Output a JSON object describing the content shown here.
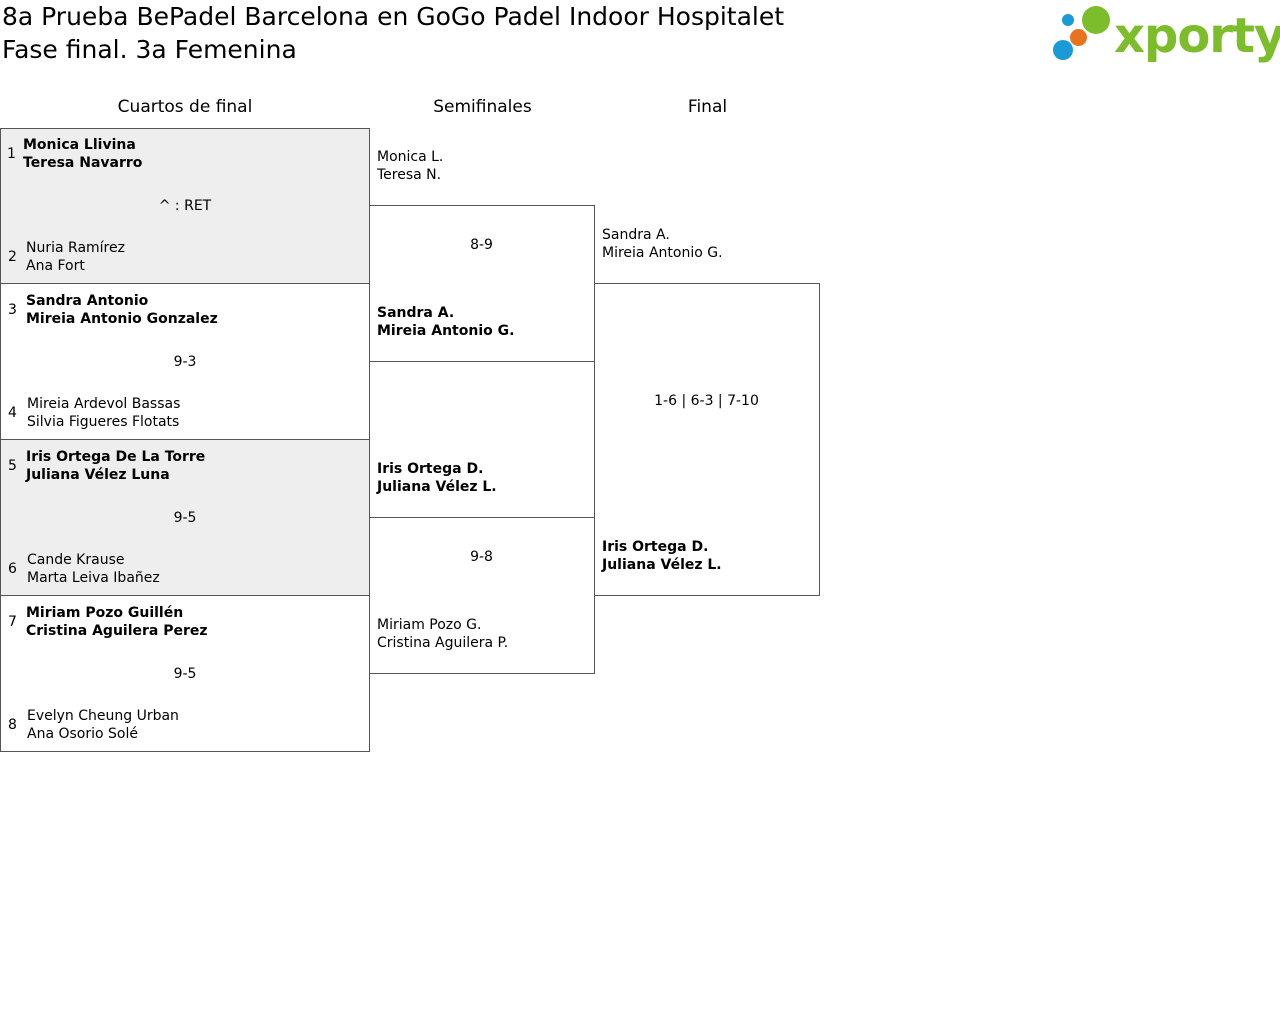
{
  "title_line1": "8a Prueba BePadel Barcelona en GoGo Padel Indoor Hospitalet",
  "title_line2": "Fase final. 3a Femenina",
  "logo": {
    "text": "xporty",
    "color": "#7cbd2c",
    "dot_colors": [
      "#1a9ad6",
      "#e8731f",
      "#7cbd2c"
    ]
  },
  "rounds": {
    "qf": "Cuartos de final",
    "sf": "Semifinales",
    "final": "Final"
  },
  "qf": [
    {
      "seed_a": "1",
      "a1": "Monica Llivina",
      "a2": "Teresa Navarro",
      "score": "^ : RET",
      "seed_b": "2",
      "b1": "Nuria Ramírez",
      "b2": "Ana Fort"
    },
    {
      "seed_a": "3",
      "a1": "Sandra Antonio",
      "a2": "Mireia Antonio Gonzalez",
      "score": "9-3",
      "seed_b": "4",
      "b1": "Mireia Ardevol Bassas",
      "b2": "Silvia Figueres Flotats"
    },
    {
      "seed_a": "5",
      "a1": "Iris Ortega De La Torre",
      "a2": "Juliana Vélez Luna",
      "score": "9-5",
      "seed_b": "6",
      "b1": "Cande Krause",
      "b2": "Marta Leiva Ibañez"
    },
    {
      "seed_a": "7",
      "a1": "Miriam Pozo Guillén",
      "a2": "Cristina Aguilera Perez",
      "score": "9-5",
      "seed_b": "8",
      "b1": "Evelyn Cheung Urban",
      "b2": "Ana Osorio Solé"
    }
  ],
  "sf": [
    {
      "a1": "Monica L.",
      "a2": "Teresa N.",
      "score": "8-9",
      "b1": "Sandra A.",
      "b2": "Mireia Antonio G."
    },
    {
      "a1": "Iris Ortega D.",
      "a2": "Juliana Vélez L.",
      "score": "9-8",
      "b1": "Miriam Pozo G.",
      "b2": "Cristina Aguilera P."
    }
  ],
  "final": {
    "a1": "Sandra A.",
    "a2": "Mireia Antonio G.",
    "score": "1-6 | 6-3 | 7-10",
    "b1": "Iris Ortega D.",
    "b2": "Juliana Vélez L."
  }
}
